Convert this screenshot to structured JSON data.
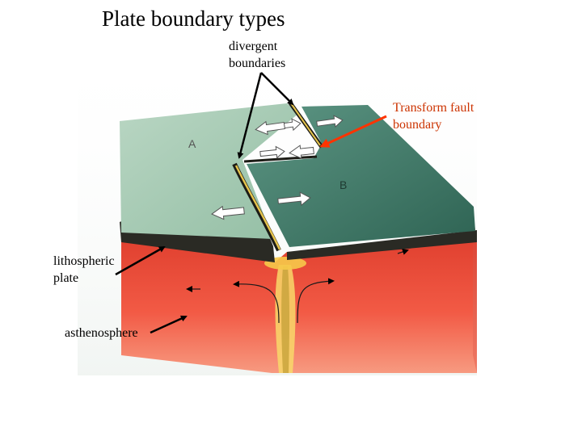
{
  "title": "Plate boundary types",
  "labels": {
    "divergent": [
      "divergent",
      "boundaries"
    ],
    "transform": [
      "Transform fault",
      "boundary"
    ],
    "lithospheric": [
      "lithospheric",
      "plate"
    ],
    "asthenosphere": "asthenosphere"
  },
  "plate_letters": {
    "a": "A",
    "b": "B"
  },
  "colors": {
    "plate_a": "#a8cbb5",
    "plate_b": "#3d7764",
    "mantle": "#f0483a",
    "transform_label": "#cc3300",
    "transform_arrow": "#ff3300"
  }
}
